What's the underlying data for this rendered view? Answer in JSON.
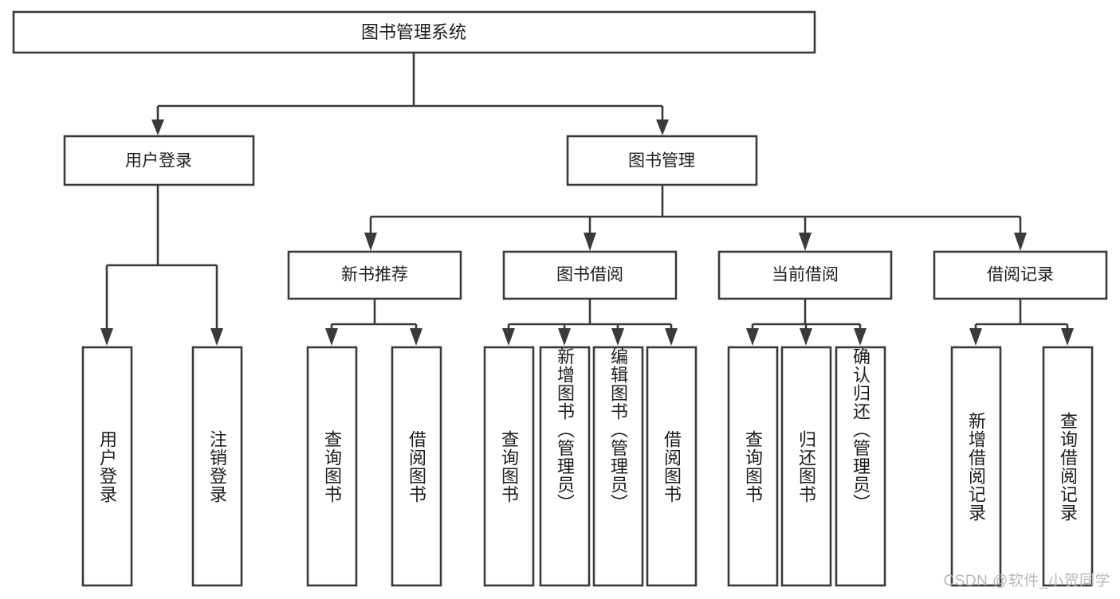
{
  "diagram": {
    "title_text": "图书管理系统",
    "watermark": "CSDN @软件_小贺同学",
    "colors": {
      "stroke": "#3a3a3a",
      "box_fill": "#ffffff",
      "text": "#1c1c1c",
      "background": "#ffffff",
      "watermark": "#b9b9b9"
    },
    "root": {
      "label": "图书管理系统"
    },
    "level2": [
      {
        "label": "用户登录"
      },
      {
        "label": "图书管理"
      }
    ],
    "level3": [
      {
        "label": "新书推荐"
      },
      {
        "label": "图书借阅"
      },
      {
        "label": "当前借阅"
      },
      {
        "label": "借阅记录"
      }
    ],
    "leaves": {
      "user_login": [
        {
          "label": "用户登录"
        },
        {
          "label": "注销登录"
        }
      ],
      "new_book_recommend": [
        {
          "label": "查询图书"
        },
        {
          "label": "借阅图书"
        }
      ],
      "book_borrow": [
        {
          "label": "查询图书"
        },
        {
          "label": "新增图书（管理员）"
        },
        {
          "label": "编辑图书（管理员）"
        },
        {
          "label": "借阅图书"
        }
      ],
      "current_borrow": [
        {
          "label": "查询图书"
        },
        {
          "label": "归还图书"
        },
        {
          "label": "确认归还（管理员）"
        }
      ],
      "borrow_records": [
        {
          "label": "新增借阅记录"
        },
        {
          "label": "查询借阅记录"
        }
      ]
    }
  }
}
